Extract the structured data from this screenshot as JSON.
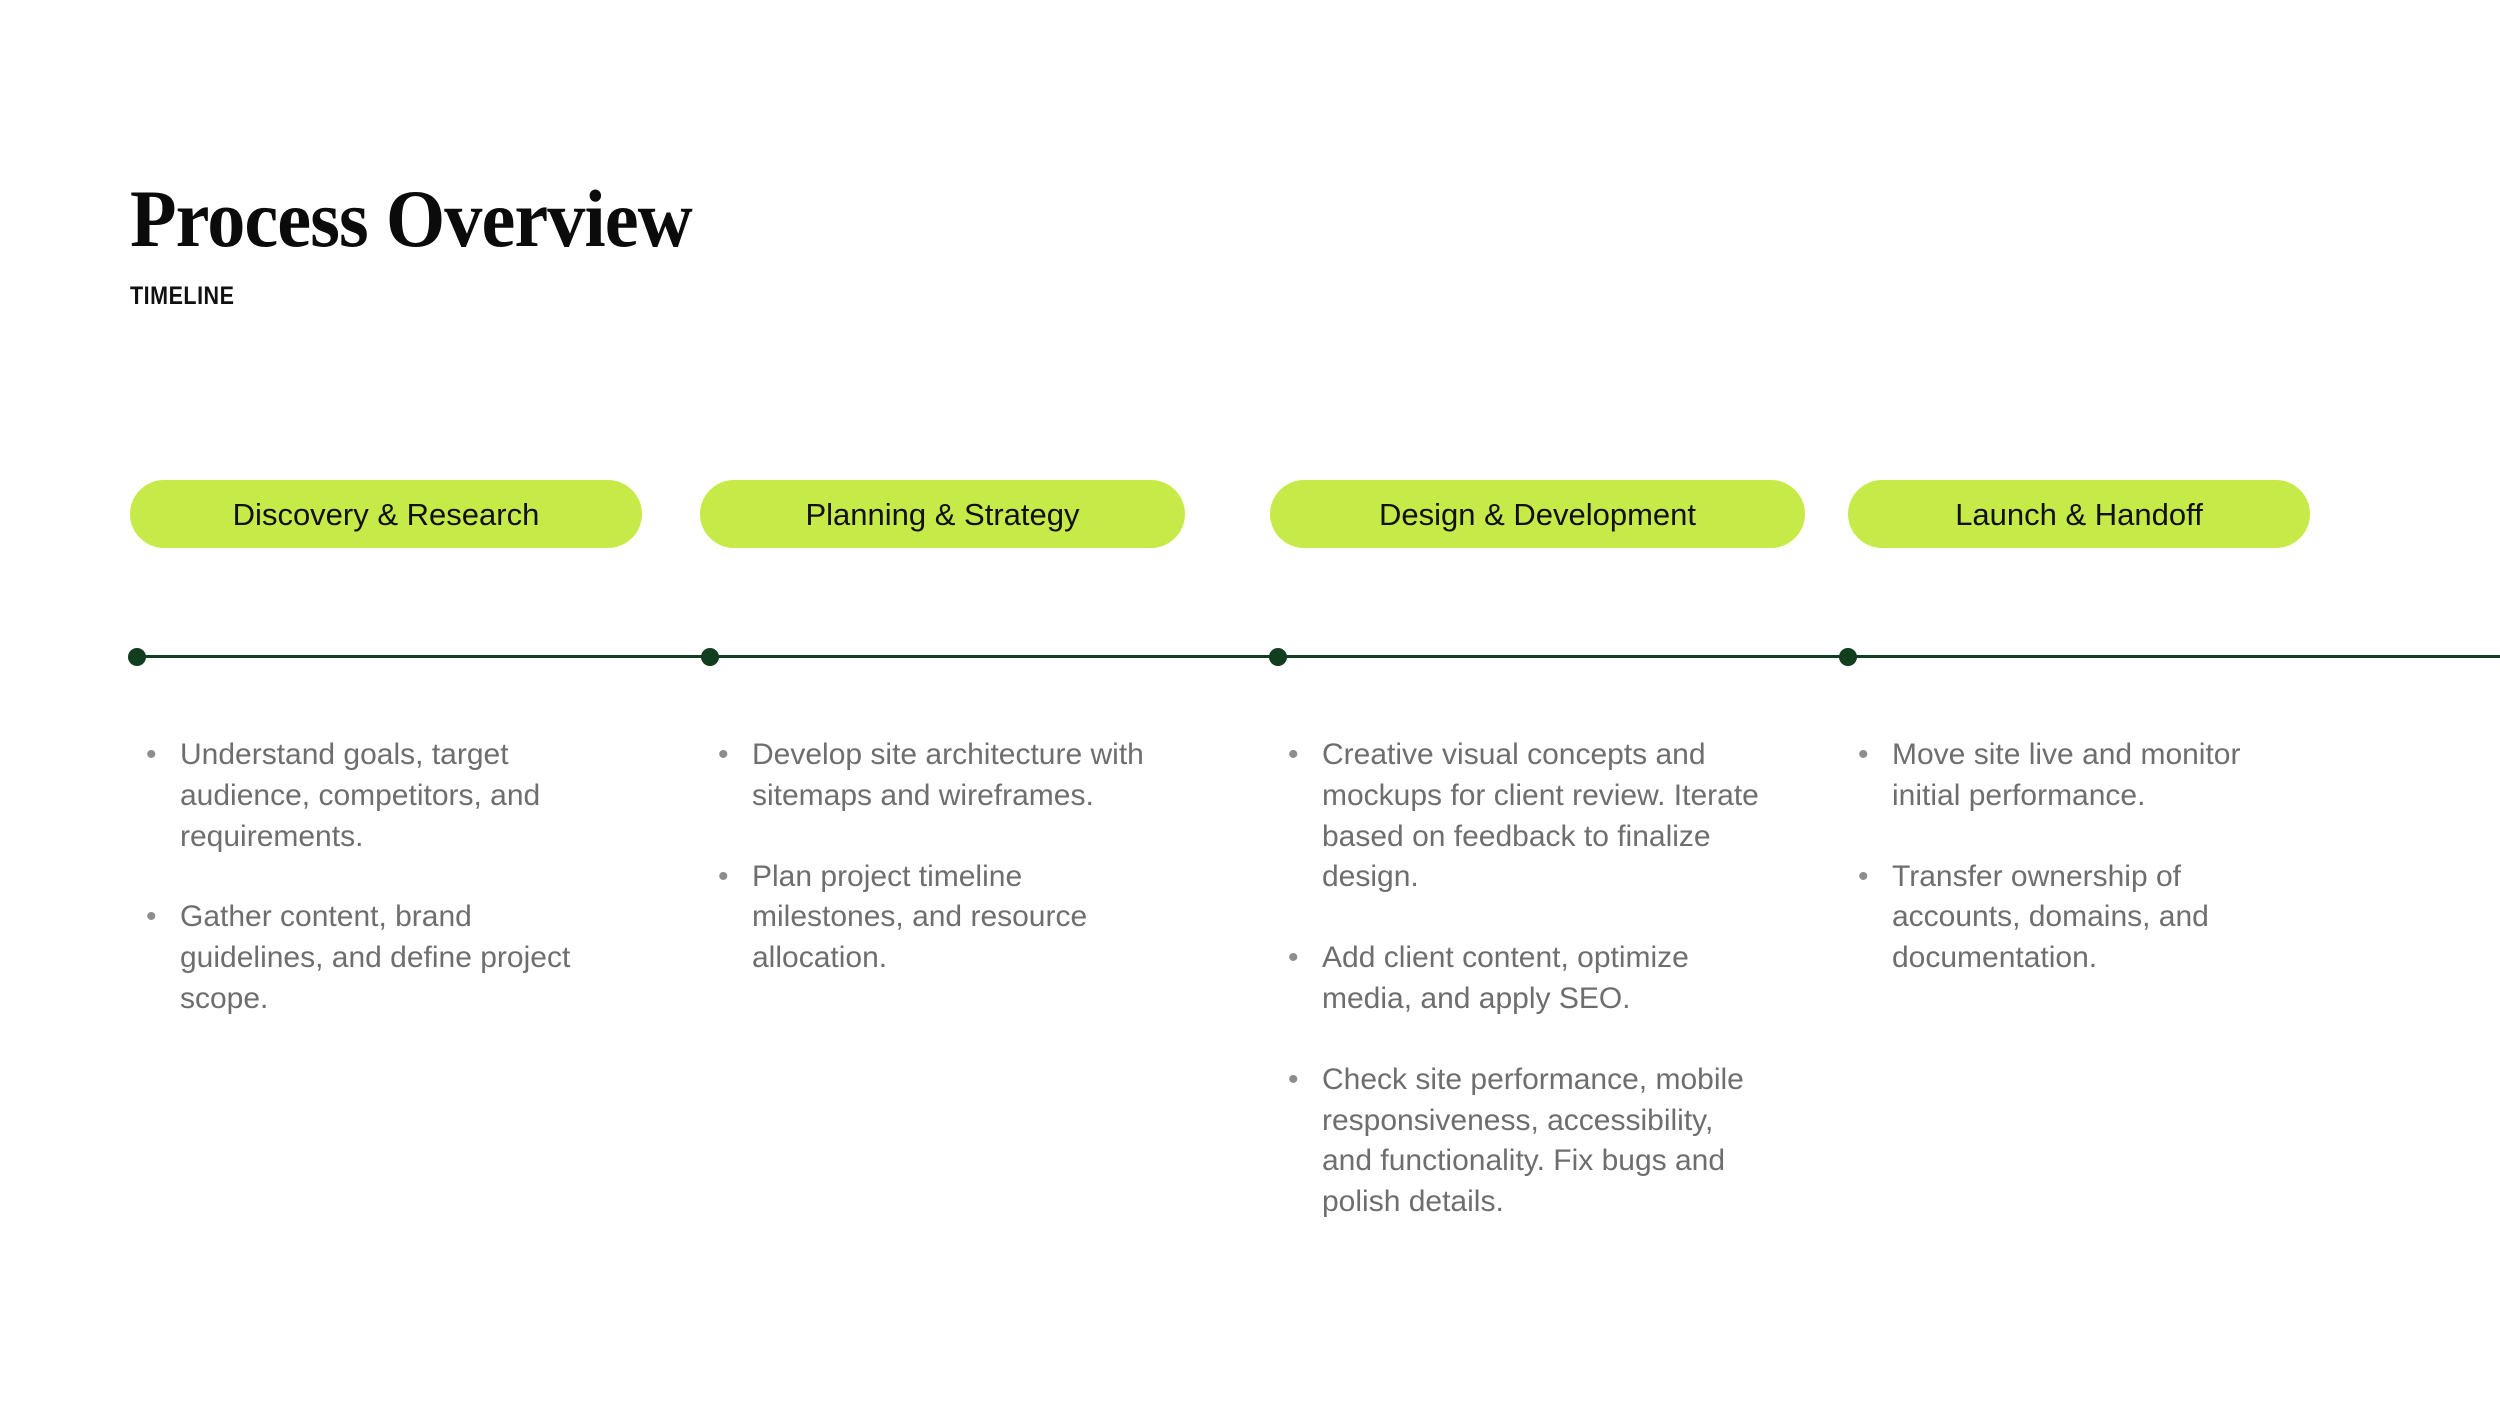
{
  "slide": {
    "title": "Process Overview",
    "kicker": "TIMELINE",
    "background_color": "#ffffff"
  },
  "theme": {
    "pill_fill": "#c6eb49",
    "pill_text": "#111111",
    "timeline_color": "#123d1e",
    "body_text": "#6e6e6e",
    "title_text": "#0b0b0b",
    "bullet_marker": "•"
  },
  "timeline": {
    "marker_count": 4,
    "line_label": "timeline-axis"
  },
  "phases": [
    {
      "label": "Discovery & Research",
      "bullets": [
        "Understand goals, target audience, competitors, and requirements.",
        "Gather content, brand guidelines, and define project scope."
      ]
    },
    {
      "label": "Planning & Strategy",
      "bullets": [
        "Develop site architecture with sitemaps and wireframes.",
        "Plan project timeline milestones, and resource allocation."
      ]
    },
    {
      "label": "Design & Development",
      "bullets": [
        "Creative visual concepts and mockups for client review. Iterate based on feedback to finalize design.",
        "Add client content, optimize media, and apply SEO.",
        "Check site performance, mobile responsiveness, accessibility, and functionality. Fix bugs and polish details."
      ]
    },
    {
      "label": "Launch & Handoff",
      "bullets": [
        "Move site live and monitor initial performance.",
        "Transfer ownership of accounts, domains, and documentation."
      ]
    }
  ]
}
